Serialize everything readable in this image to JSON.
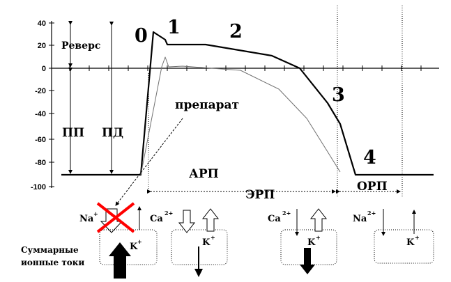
{
  "y_axis": {
    "ticks": [
      "40",
      "20",
      "0",
      "-20",
      "-40",
      "-60",
      "-80",
      "-100"
    ]
  },
  "phases": [
    "0",
    "1",
    "2",
    "3",
    "4"
  ],
  "labels": {
    "reverse": "Реверс",
    "resting_potential": "ПП",
    "action_potential": "ПД",
    "drug": "препарат",
    "arp": "АРП",
    "erp": "ЭРП",
    "orp": "ОРП",
    "currents_line1": "Суммарные",
    "currents_line2": "ионные токи"
  },
  "ions": {
    "na": "Na",
    "na_sup": "+",
    "ca": "Ca",
    "ca_sup": "2+",
    "k": "K",
    "k_sup": "+",
    "na2": "Na",
    "na2_sup": "2+"
  },
  "colors": {
    "cross": "#ff0000",
    "line": "#000000",
    "drug_curve": "#707070"
  }
}
